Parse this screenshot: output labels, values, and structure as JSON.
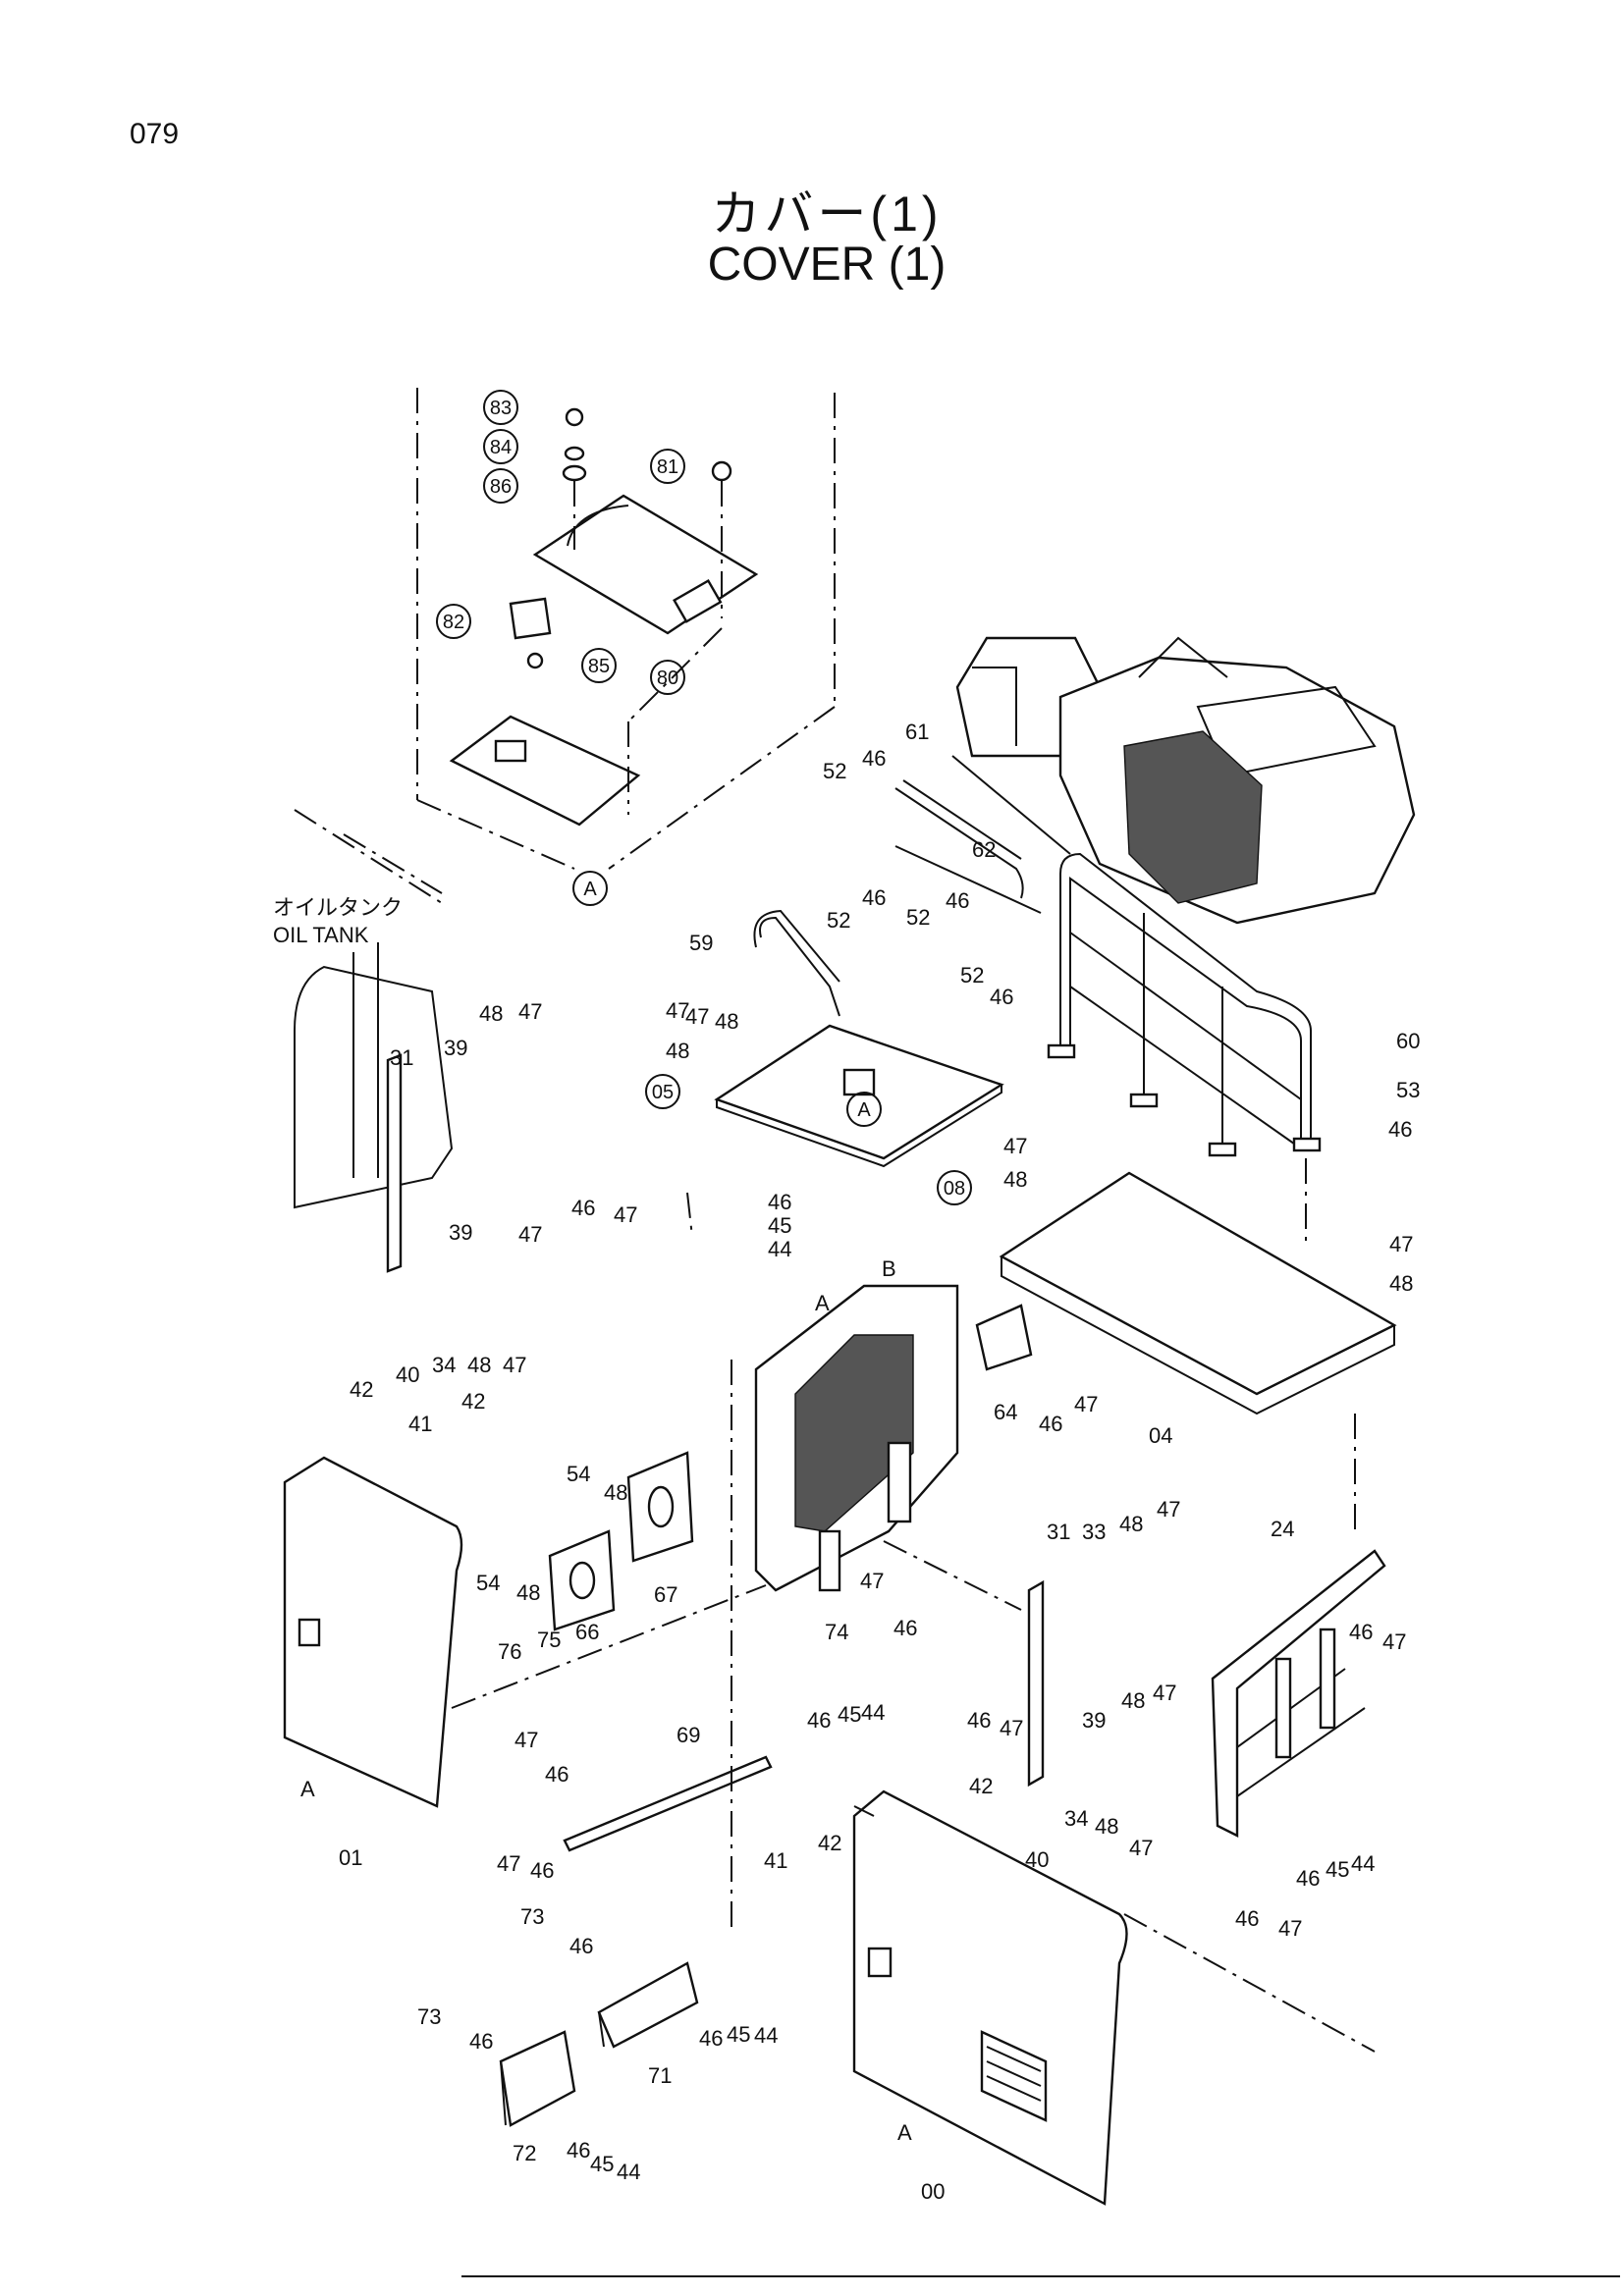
{
  "page_number": "079",
  "title": {
    "ja": "カバー(1)",
    "en": "COVER (1)"
  },
  "annotation": {
    "line1": "オイルタンク",
    "line2": "OIL TANK"
  },
  "circled_labels": [
    "83",
    "84",
    "86",
    "81",
    "82",
    "85",
    "80",
    "A",
    "05",
    "08",
    "A"
  ],
  "part_labels": [
    "61",
    "52",
    "46",
    "62",
    "46",
    "52",
    "46",
    "52",
    "52",
    "46",
    "59",
    "47",
    "48",
    "60",
    "53",
    "46",
    "47",
    "48",
    "31",
    "39",
    "47",
    "48",
    "47",
    "39",
    "46",
    "47",
    "46",
    "45",
    "44",
    "47",
    "48",
    "47",
    "48",
    "A",
    "B",
    "42",
    "40",
    "34",
    "48",
    "47",
    "64",
    "46",
    "47",
    "04",
    "41",
    "42",
    "54",
    "48",
    "54",
    "48",
    "67",
    "66",
    "47",
    "46",
    "74",
    "46",
    "45",
    "44",
    "31",
    "33",
    "48",
    "47",
    "24",
    "76",
    "75",
    "46",
    "47",
    "48",
    "47",
    "39",
    "46",
    "47",
    "A",
    "01",
    "47",
    "69",
    "46",
    "47",
    "46",
    "42",
    "34",
    "48",
    "47",
    "40",
    "46",
    "45",
    "44",
    "41",
    "42",
    "46",
    "47",
    "73",
    "46",
    "73",
    "46",
    "46",
    "45",
    "44",
    "71",
    "72",
    "46",
    "45",
    "44",
    "A",
    "00"
  ]
}
